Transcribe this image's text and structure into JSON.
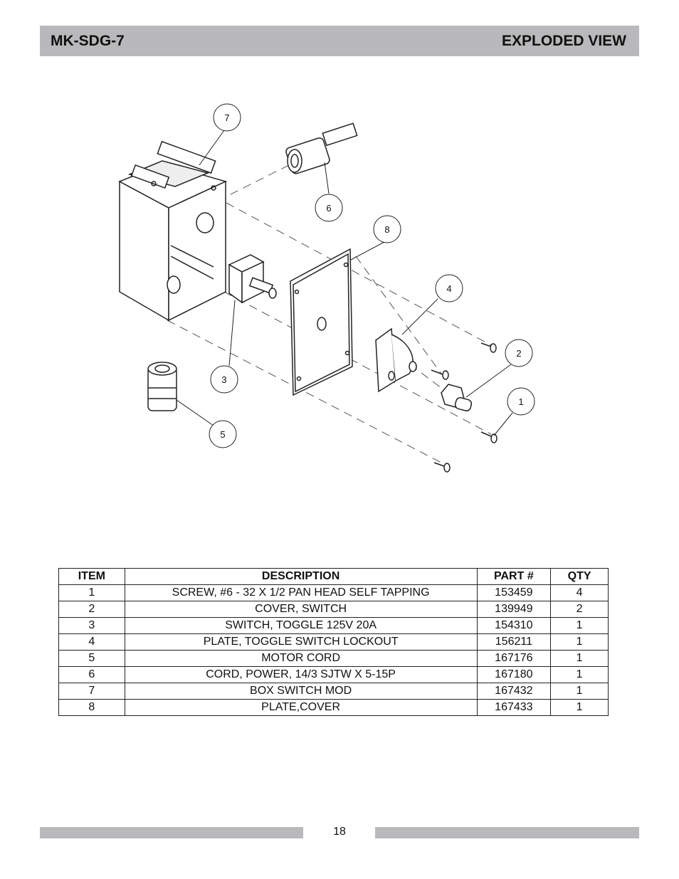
{
  "header": {
    "model": "MK-SDG-7",
    "section": "EXPLODED VIEW"
  },
  "diagram": {
    "callouts": [
      "7",
      "6",
      "8",
      "4",
      "2",
      "1",
      "3",
      "5"
    ]
  },
  "table": {
    "headers": [
      "ITEM",
      "DESCRIPTION",
      "PART #",
      "QTY"
    ],
    "rows": [
      [
        "1",
        "SCREW, #6 - 32 X 1/2 PAN HEAD SELF TAPPING",
        "153459",
        "4"
      ],
      [
        "2",
        "COVER, SWITCH",
        "139949",
        "2"
      ],
      [
        "3",
        "SWITCH, TOGGLE 125V 20A",
        "154310",
        "1"
      ],
      [
        "4",
        "PLATE, TOGGLE SWITCH LOCKOUT",
        "156211",
        "1"
      ],
      [
        "5",
        "MOTOR CORD",
        "167176",
        "1"
      ],
      [
        "6",
        "CORD, POWER, 14/3 SJTW X 5-15P",
        "167180",
        "1"
      ],
      [
        "7",
        "BOX SWITCH MOD",
        "167432",
        "1"
      ],
      [
        "8",
        "PLATE,COVER",
        "167433",
        "1"
      ]
    ]
  },
  "footer": {
    "page_number": "18"
  }
}
